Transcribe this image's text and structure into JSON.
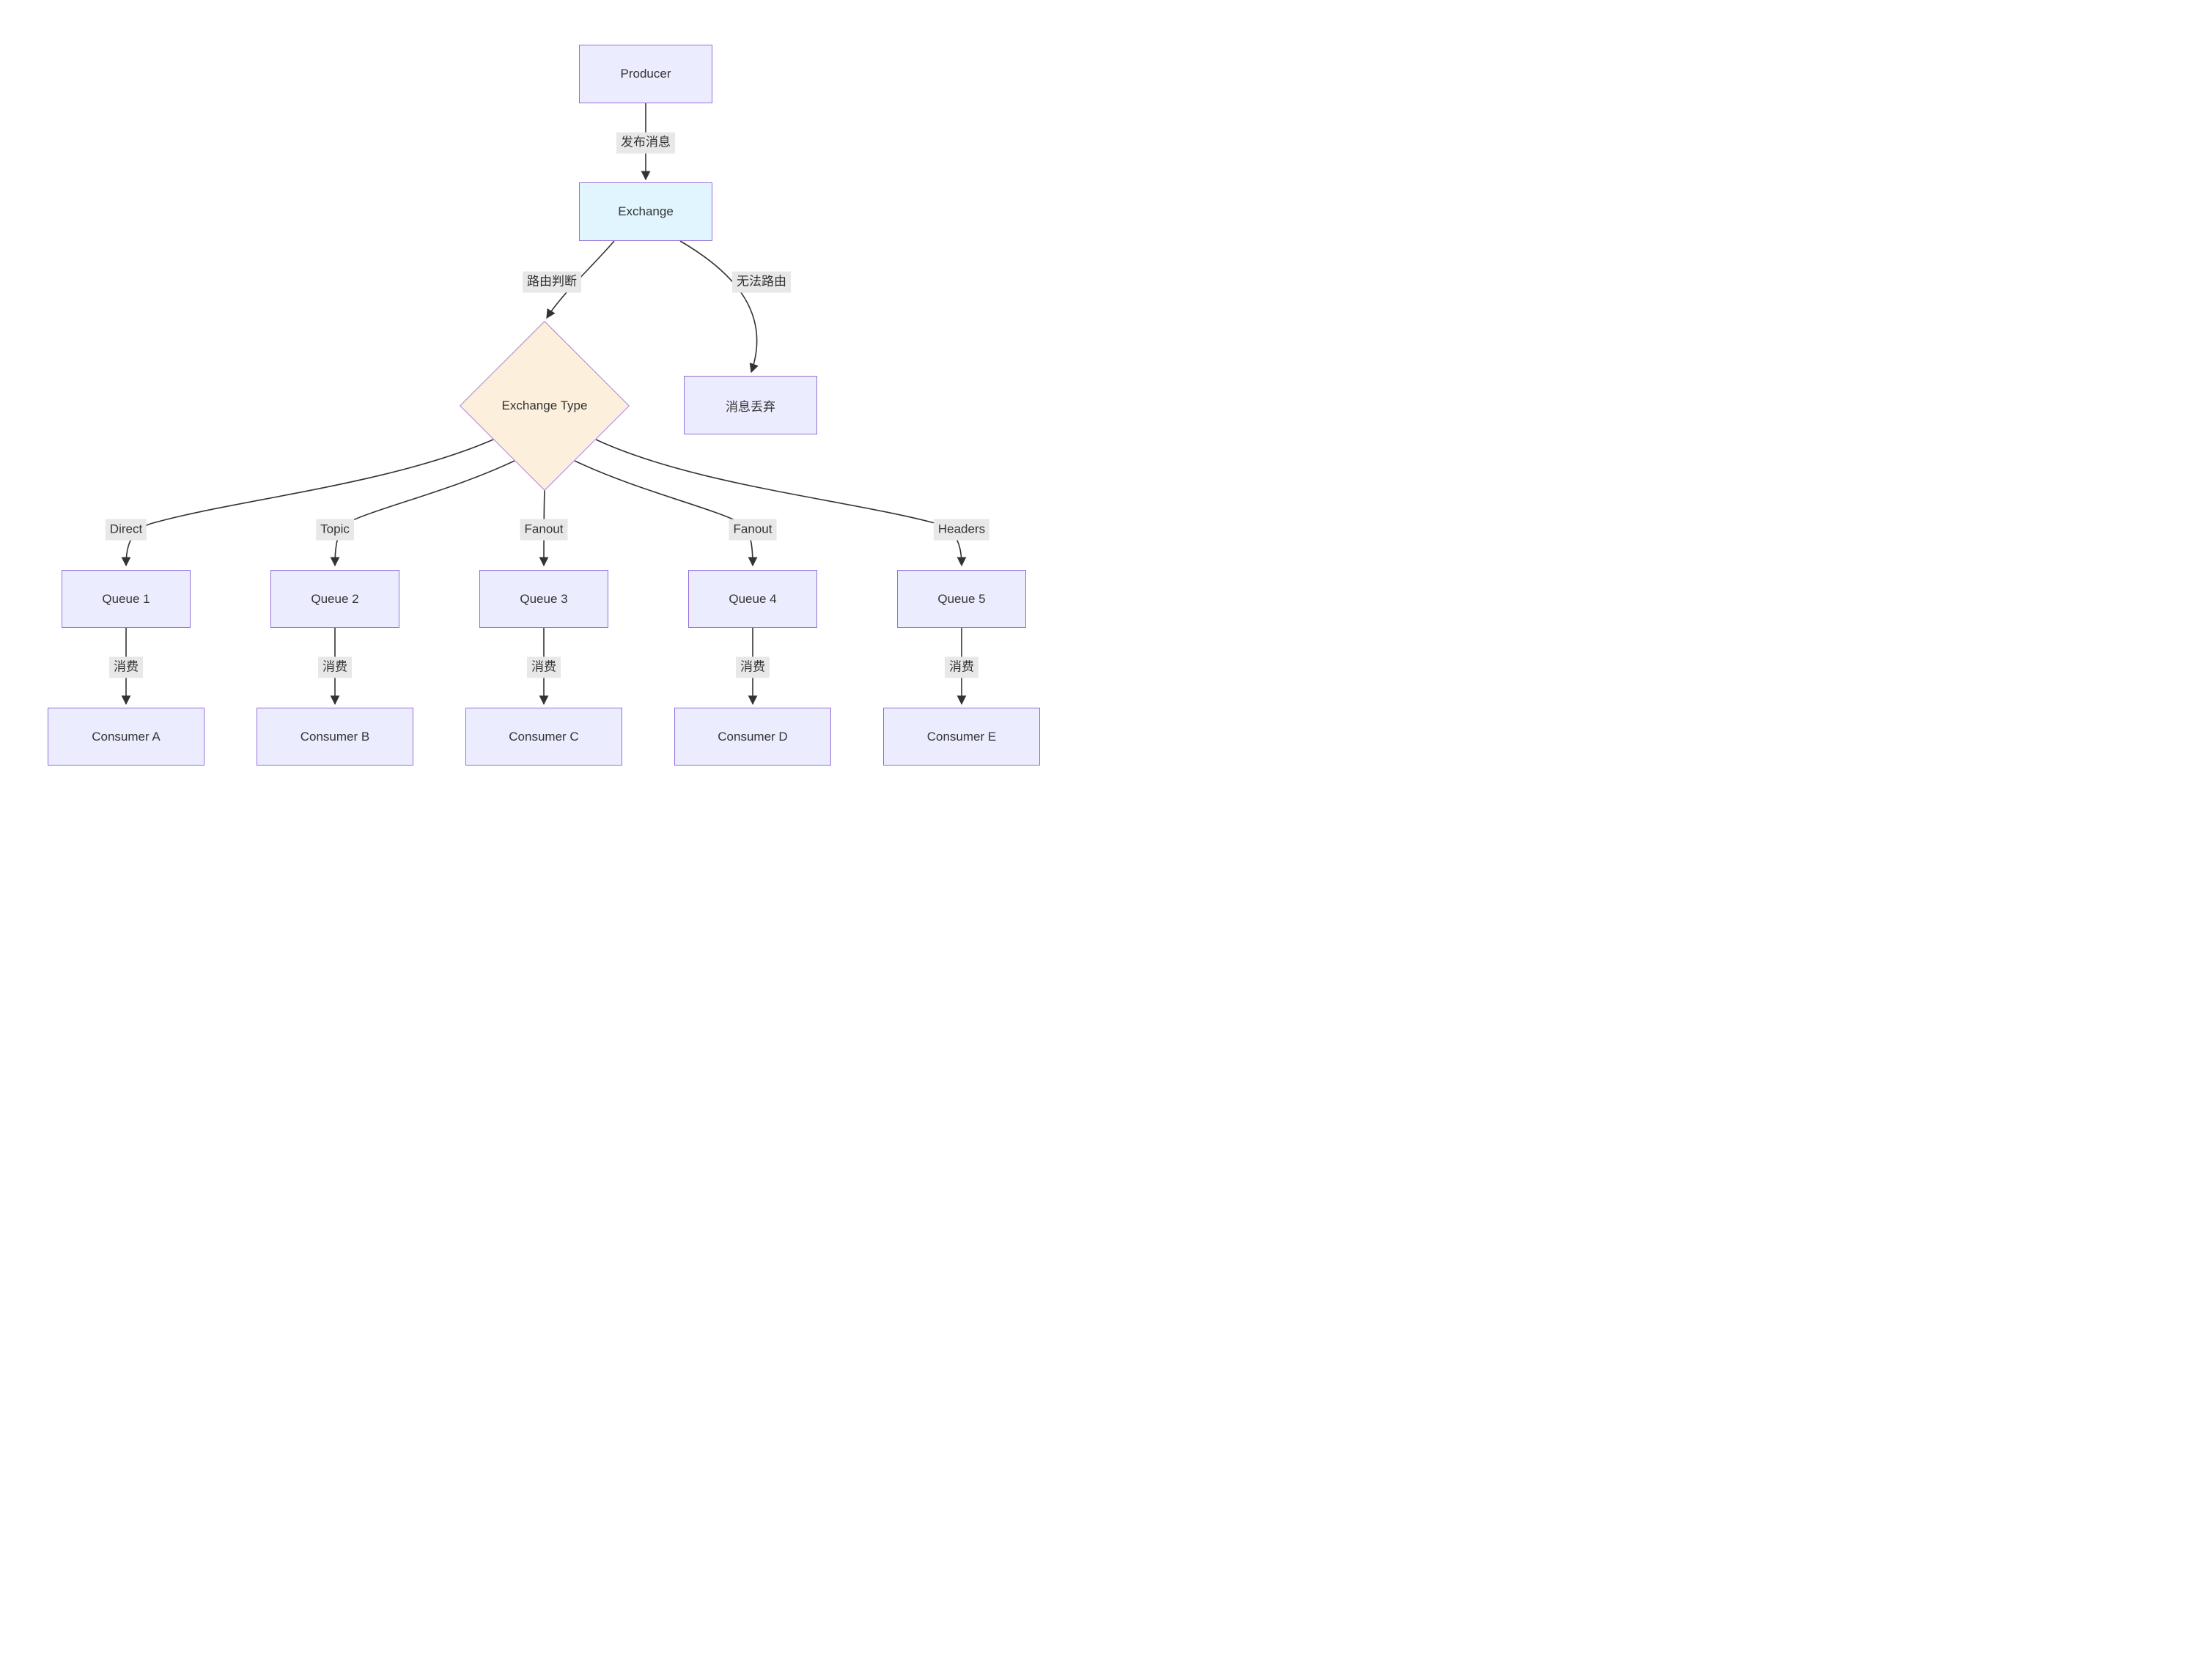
{
  "diagram": {
    "nodes": {
      "producer": {
        "label": "Producer"
      },
      "exchange": {
        "label": "Exchange"
      },
      "exchange_type": {
        "label": "Exchange Type"
      },
      "discard": {
        "label": "消息丢弃"
      },
      "queues": [
        {
          "label": "Queue 1"
        },
        {
          "label": "Queue 2"
        },
        {
          "label": "Queue 3"
        },
        {
          "label": "Queue 4"
        },
        {
          "label": "Queue 5"
        }
      ],
      "consumers": [
        {
          "label": "Consumer A"
        },
        {
          "label": "Consumer B"
        },
        {
          "label": "Consumer C"
        },
        {
          "label": "Consumer D"
        },
        {
          "label": "Consumer E"
        }
      ]
    },
    "edges": {
      "publish_label": "发布消息",
      "route_label": "路由判断",
      "no_route_label": "无法路由",
      "type_labels": [
        "Direct",
        "Topic",
        "Fanout",
        "Fanout",
        "Headers"
      ],
      "consume_label": "消费"
    },
    "colors": {
      "canvas-bg": "#FFFFFF",
      "node-fill": "#ECECFF",
      "node-border": "#9370DB",
      "exchange-fill": "#E1F5FE",
      "decision-fill": "#FCF0DC",
      "decision-border": "#A883E3",
      "edge-color": "#333333",
      "label-bg": "#E8E8E8",
      "text-color": "#333333"
    }
  }
}
